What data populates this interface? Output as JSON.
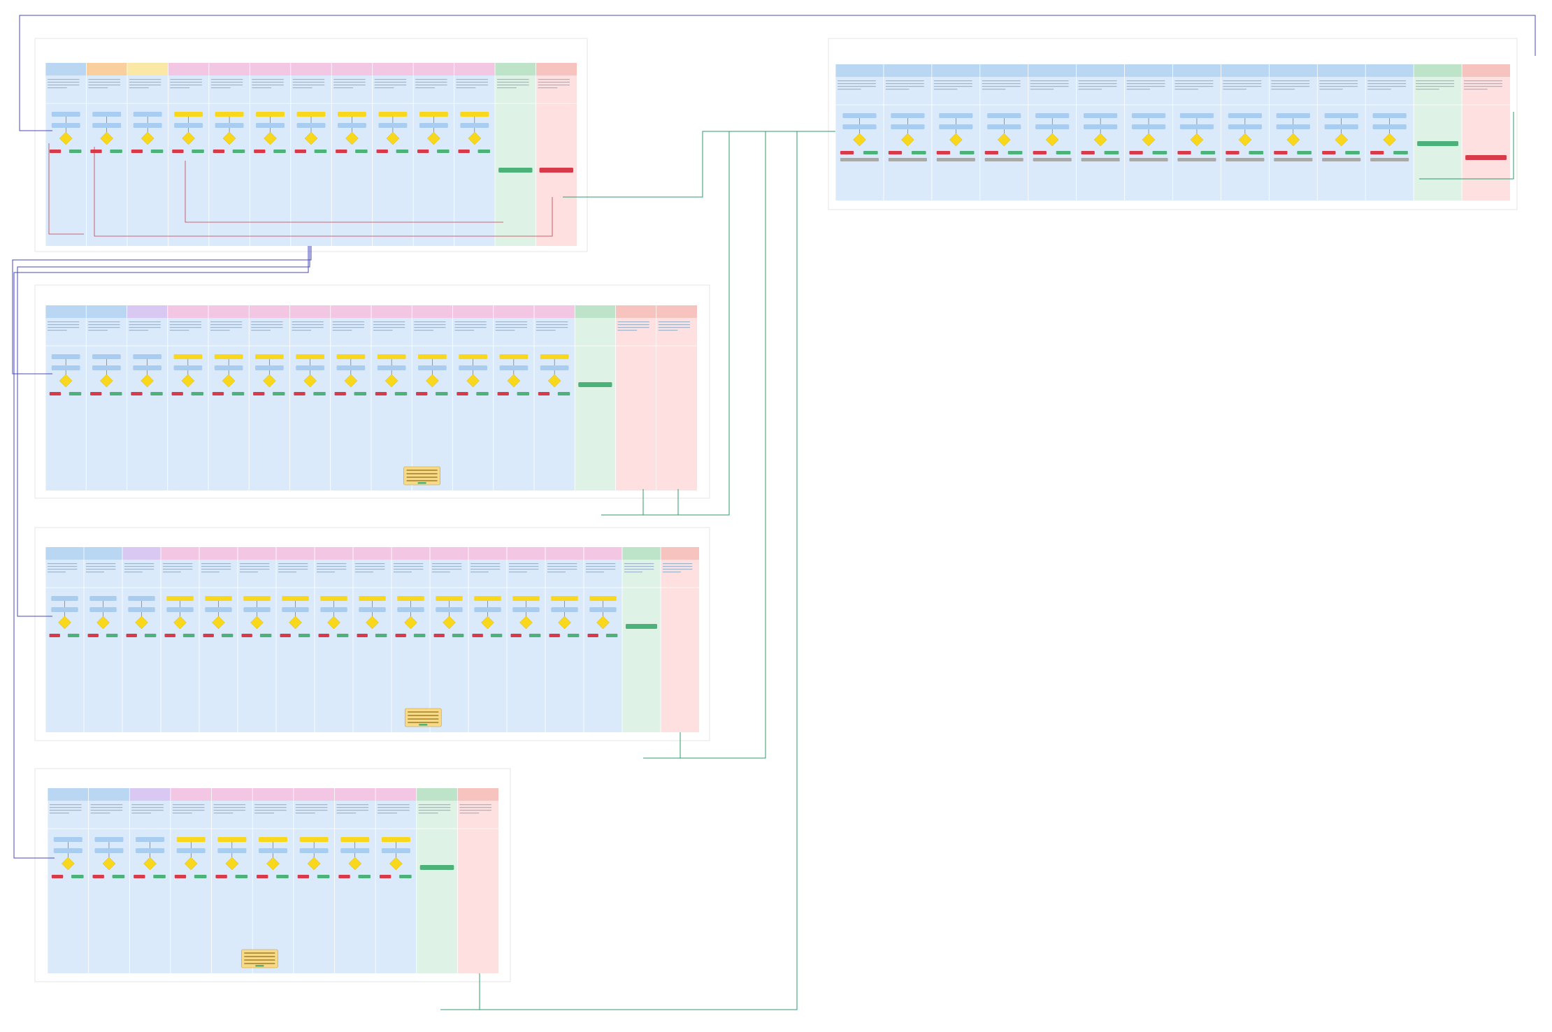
{
  "canvas": {
    "corner_label": ""
  },
  "colors": {
    "lane_blue": "#dbeafb",
    "lane_header_blue": "#b9d6f2",
    "lane_header_pink": "#f3c7e3",
    "lane_header_yellow": "#fbe8a6",
    "lane_header_orange": "#f8cf9d",
    "lane_header_purple": "#d9c8f2",
    "lane_header_red": "#f9c7c0",
    "lane_green": "#dff2e6",
    "lane_green_header": "#bde3c8",
    "lane_red": "#fde0df",
    "lane_red_header": "#f7c3bf",
    "node_blue": "#a9cdf0",
    "node_yellow": "#f9d71c",
    "node_red": "#d93a4a",
    "node_green": "#4db27a",
    "node_gray": "#a9a9a9",
    "connector_blue": "#4a49b8",
    "connector_green": "#2e9b6a",
    "connector_red": "#c23a4a",
    "frame_border": "#e5e5e5"
  },
  "frames": [
    {
      "id": "frame-1",
      "caption": "",
      "lanes": [
        {
          "kind": "blue",
          "title": ""
        },
        {
          "kind": "orange",
          "title": ""
        },
        {
          "kind": "yellow",
          "title": ""
        },
        {
          "kind": "pink",
          "title": ""
        },
        {
          "kind": "pink",
          "title": ""
        },
        {
          "kind": "pink",
          "title": ""
        },
        {
          "kind": "pink",
          "title": ""
        },
        {
          "kind": "pink",
          "title": ""
        },
        {
          "kind": "pink",
          "title": ""
        },
        {
          "kind": "pink",
          "title": ""
        },
        {
          "kind": "pink",
          "title": ""
        },
        {
          "kind": "green",
          "title": ""
        },
        {
          "kind": "red",
          "title": ""
        }
      ]
    },
    {
      "id": "frame-2",
      "caption": "",
      "lanes": [
        {
          "kind": "blue",
          "title": ""
        },
        {
          "kind": "blue",
          "title": ""
        },
        {
          "kind": "blue",
          "title": ""
        },
        {
          "kind": "blue",
          "title": ""
        },
        {
          "kind": "blue",
          "title": ""
        },
        {
          "kind": "blue",
          "title": ""
        },
        {
          "kind": "blue",
          "title": ""
        },
        {
          "kind": "blue",
          "title": ""
        },
        {
          "kind": "blue",
          "title": ""
        },
        {
          "kind": "blue",
          "title": ""
        },
        {
          "kind": "blue",
          "title": ""
        },
        {
          "kind": "blue",
          "title": ""
        },
        {
          "kind": "green",
          "title": ""
        },
        {
          "kind": "red",
          "title": ""
        }
      ]
    },
    {
      "id": "frame-3",
      "caption": "",
      "lanes": [
        {
          "kind": "blue",
          "title": ""
        },
        {
          "kind": "blue",
          "title": ""
        },
        {
          "kind": "purple",
          "title": ""
        },
        {
          "kind": "pink",
          "title": ""
        },
        {
          "kind": "pink",
          "title": ""
        },
        {
          "kind": "pink",
          "title": ""
        },
        {
          "kind": "pink",
          "title": ""
        },
        {
          "kind": "pink",
          "title": ""
        },
        {
          "kind": "pink",
          "title": ""
        },
        {
          "kind": "pink",
          "title": ""
        },
        {
          "kind": "pink",
          "title": ""
        },
        {
          "kind": "pink",
          "title": ""
        },
        {
          "kind": "pink",
          "title": ""
        },
        {
          "kind": "green",
          "title": ""
        },
        {
          "kind": "red",
          "title": ""
        },
        {
          "kind": "red",
          "title": ""
        }
      ]
    },
    {
      "id": "frame-4",
      "caption": "",
      "lanes": [
        {
          "kind": "blue",
          "title": ""
        },
        {
          "kind": "blue",
          "title": ""
        },
        {
          "kind": "purple",
          "title": ""
        },
        {
          "kind": "pink",
          "title": ""
        },
        {
          "kind": "pink",
          "title": ""
        },
        {
          "kind": "pink",
          "title": ""
        },
        {
          "kind": "pink",
          "title": ""
        },
        {
          "kind": "pink",
          "title": ""
        },
        {
          "kind": "pink",
          "title": ""
        },
        {
          "kind": "pink",
          "title": ""
        },
        {
          "kind": "pink",
          "title": ""
        },
        {
          "kind": "pink",
          "title": ""
        },
        {
          "kind": "pink",
          "title": ""
        },
        {
          "kind": "pink",
          "title": ""
        },
        {
          "kind": "pink",
          "title": ""
        },
        {
          "kind": "green",
          "title": ""
        },
        {
          "kind": "red",
          "title": ""
        }
      ]
    },
    {
      "id": "frame-5",
      "caption": "",
      "lanes": [
        {
          "kind": "blue",
          "title": ""
        },
        {
          "kind": "blue",
          "title": ""
        },
        {
          "kind": "purple",
          "title": ""
        },
        {
          "kind": "pink",
          "title": ""
        },
        {
          "kind": "pink",
          "title": ""
        },
        {
          "kind": "pink",
          "title": ""
        },
        {
          "kind": "pink",
          "title": ""
        },
        {
          "kind": "pink",
          "title": ""
        },
        {
          "kind": "pink",
          "title": ""
        },
        {
          "kind": "green",
          "title": ""
        },
        {
          "kind": "red",
          "title": ""
        }
      ]
    }
  ]
}
